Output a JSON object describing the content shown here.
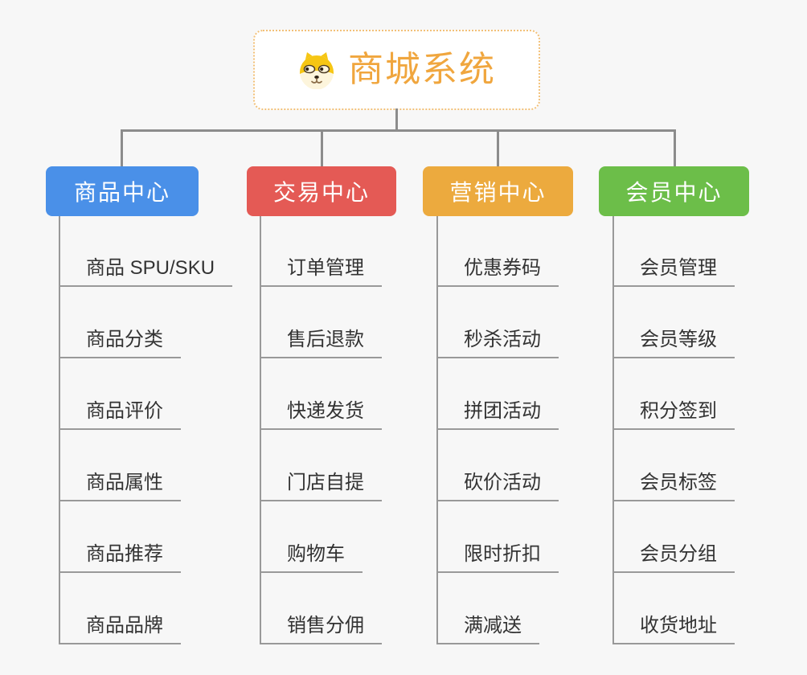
{
  "page": {
    "background": "#f7f7f7"
  },
  "root": {
    "title": "商城系统",
    "title_color": "#f0a63e",
    "border_color": "#f2c078",
    "icon": "dog-face-icon"
  },
  "connectors": {
    "color": "#8c8c8c",
    "leaf_line_color": "#999999"
  },
  "leaf_style": {
    "text_color": "#333333"
  },
  "branches": [
    {
      "label": "商品中心",
      "color": "#4a90e8",
      "children": [
        "商品 SPU/SKU",
        "商品分类",
        "商品评价",
        "商品属性",
        "商品推荐",
        "商品品牌"
      ]
    },
    {
      "label": "交易中心",
      "color": "#e45a55",
      "children": [
        "订单管理",
        "售后退款",
        "快递发货",
        "门店自提",
        "购物车",
        "销售分佣"
      ]
    },
    {
      "label": "营销中心",
      "color": "#ecaa3e",
      "children": [
        "优惠券码",
        "秒杀活动",
        "拼团活动",
        "砍价活动",
        "限时折扣",
        "满减送"
      ]
    },
    {
      "label": "会员中心",
      "color": "#6cbe49",
      "children": [
        "会员管理",
        "会员等级",
        "积分签到",
        "会员标签",
        "会员分组",
        "收货地址"
      ]
    }
  ]
}
